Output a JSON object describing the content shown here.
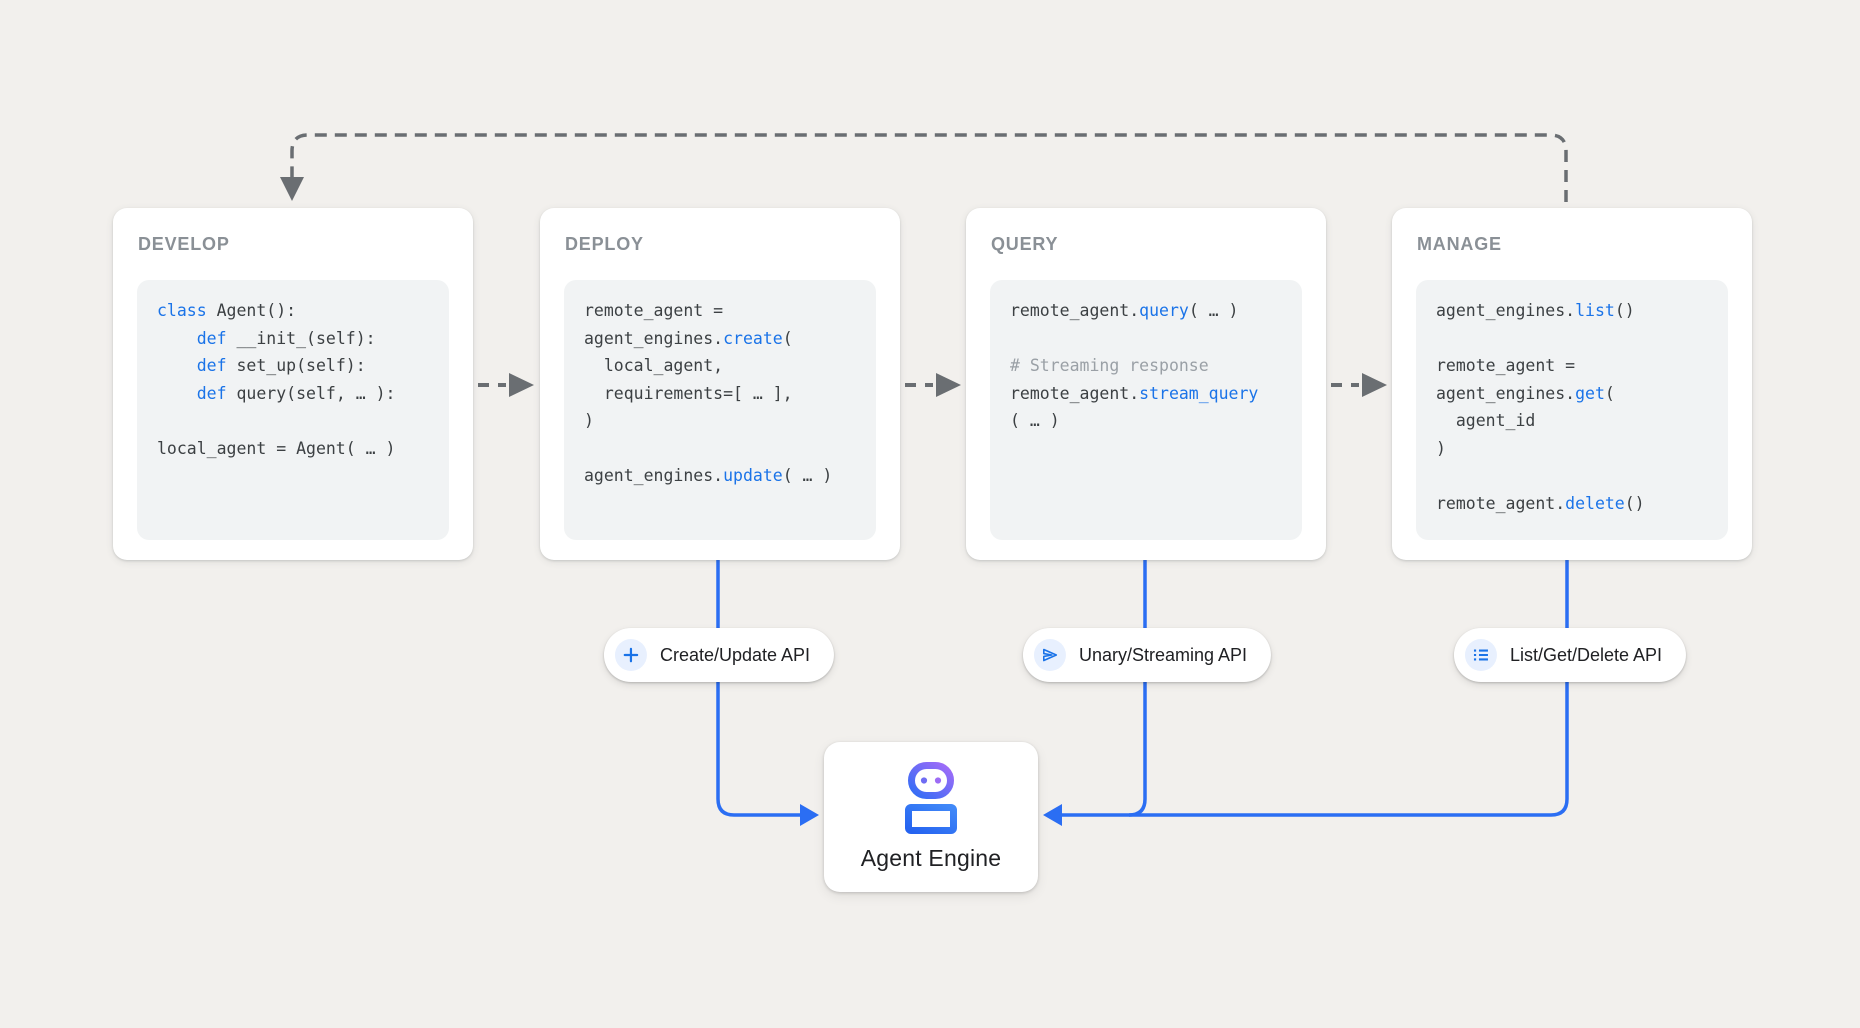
{
  "colors": {
    "page-bg": "#f2f0ed",
    "panel-bg": "#ffffff",
    "code-bg": "#f1f3f4",
    "panel-title": "#8a9096",
    "code-text": "#3c4043",
    "code-keyword": "#1a73e8",
    "code-comment": "#9aa0a6",
    "connector-gray": "#6a6e72",
    "connector-blue": "#2b6ef3",
    "icon-blue": "#1a73e8",
    "icon-circle-bg": "#e8f0fe",
    "label-dark": "#202124",
    "robot-blue": "#2563f0",
    "robot-blue-light": "#4189f8",
    "robot-purple": "#a46cf8"
  },
  "panels": [
    {
      "title": "DEVELOP",
      "code": [
        [
          {
            "t": "class",
            "c": "kw"
          },
          {
            "t": " Agent():"
          }
        ],
        [
          {
            "t": "    "
          },
          {
            "t": "def",
            "c": "kw"
          },
          {
            "t": " __init_(self):"
          }
        ],
        [
          {
            "t": "    "
          },
          {
            "t": "def",
            "c": "kw"
          },
          {
            "t": " set_up(self):"
          }
        ],
        [
          {
            "t": "    "
          },
          {
            "t": "def",
            "c": "kw"
          },
          {
            "t": " query(self, … ):"
          }
        ],
        [],
        [
          {
            "t": "local_agent = Agent( … )"
          }
        ]
      ]
    },
    {
      "title": "DEPLOY",
      "code": [
        [
          {
            "t": "remote_agent ="
          }
        ],
        [
          {
            "t": "agent_engines."
          },
          {
            "t": "create",
            "c": "kw"
          },
          {
            "t": "("
          }
        ],
        [
          {
            "t": "  local_agent,"
          }
        ],
        [
          {
            "t": "  requirements=[ … ],"
          }
        ],
        [
          {
            "t": ")"
          }
        ],
        [],
        [
          {
            "t": "agent_engines."
          },
          {
            "t": "update",
            "c": "kw"
          },
          {
            "t": "( … )"
          }
        ]
      ]
    },
    {
      "title": "QUERY",
      "code": [
        [
          {
            "t": "remote_agent."
          },
          {
            "t": "query",
            "c": "kw"
          },
          {
            "t": "( … )"
          }
        ],
        [],
        [
          {
            "t": "# Streaming response",
            "c": "cm"
          }
        ],
        [
          {
            "t": "remote_agent."
          },
          {
            "t": "stream_query",
            "c": "kw"
          }
        ],
        [
          {
            "t": "( … )"
          }
        ]
      ]
    },
    {
      "title": "MANAGE",
      "code": [
        [
          {
            "t": "agent_engines."
          },
          {
            "t": "list",
            "c": "kw"
          },
          {
            "t": "()"
          }
        ],
        [],
        [
          {
            "t": "remote_agent ="
          }
        ],
        [
          {
            "t": "agent_engines."
          },
          {
            "t": "get",
            "c": "kw"
          },
          {
            "t": "("
          }
        ],
        [
          {
            "t": "  agent_id"
          }
        ],
        [
          {
            "t": ")"
          }
        ],
        [],
        [
          {
            "t": "remote_agent."
          },
          {
            "t": "delete",
            "c": "kw"
          },
          {
            "t": "()"
          }
        ]
      ]
    }
  ],
  "api_badges": [
    {
      "label": "Create/Update API",
      "icon": "plus-icon"
    },
    {
      "label": "Unary/Streaming API",
      "icon": "send-icon"
    },
    {
      "label": "List/Get/Delete API",
      "icon": "list-icon"
    }
  ],
  "engine": {
    "label": "Agent Engine",
    "icon": "robot-icon"
  }
}
